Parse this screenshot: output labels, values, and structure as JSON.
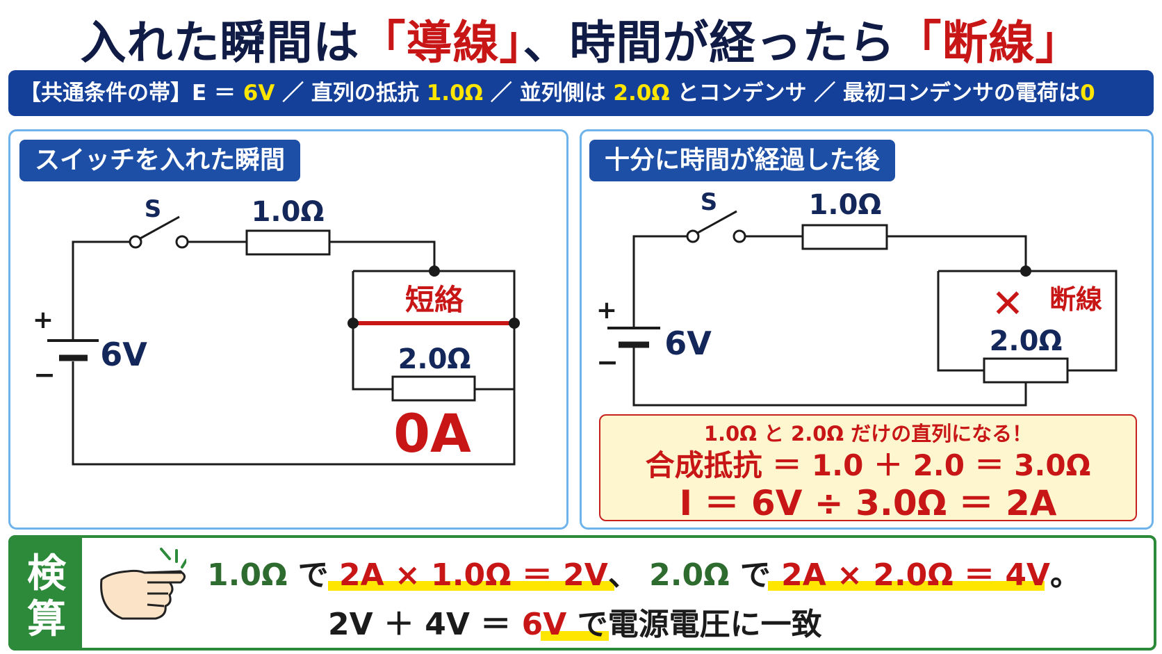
{
  "title": {
    "part1": "入れた瞬間は",
    "part2": "「導線」",
    "part3": "、時間が経ったら",
    "part4": "「断線」"
  },
  "band": {
    "prefix": "【共通条件の帯】E ＝ ",
    "e_value": "6V",
    "sep1": " ／ 直列の抵抗 ",
    "r_series": "1.0Ω",
    "sep2": " ／ 並列側は ",
    "r_parallel": "2.0Ω",
    "sep3": " とコンデンサ ／ 最初コンデンサの電荷は",
    "q0": "0"
  },
  "left_panel": {
    "tag": "スイッチを入れた瞬間",
    "switch_label": "S",
    "r1_label": "1.0Ω",
    "battery_plus": "+",
    "battery_minus": "−",
    "battery_label": "6V",
    "short_label": "短絡",
    "r2_label": "2.0Ω",
    "current_label": "0A"
  },
  "right_panel": {
    "tag": "十分に時間が経過した後",
    "switch_label": "S",
    "r1_label": "1.0Ω",
    "battery_plus": "+",
    "battery_minus": "−",
    "battery_label": "6V",
    "open_mark": "✕",
    "open_label": "断線",
    "r2_label": "2.0Ω",
    "result": {
      "line1": "1.0Ω と 2.0Ω だけの直列になる！",
      "line2": "合成抵抗 ＝ 1.0 ＋ 2.0 ＝ 3.0Ω",
      "line3": "I ＝ 6V ÷ 3.0Ω ＝ 2A"
    }
  },
  "verify": {
    "char1": "検",
    "char2": "算",
    "line1": {
      "a": "1.0Ω",
      "b": " で ",
      "c": "2A × 1.0Ω ＝ 2V",
      "d": "、 ",
      "e": "2.0Ω",
      "f": " で ",
      "g": "2A × 2.0Ω ＝ 4V",
      "h": "。"
    },
    "line2": {
      "a": "2V ＋ 4V ＝ ",
      "b": "6V",
      "c": " で電源電圧に一致"
    }
  },
  "colors": {
    "navy": "#14275a",
    "band": "#14409a",
    "accent_red": "#c81616",
    "accent_yellow": "#ffe600",
    "panel_border": "#6fb3ec",
    "verify_green": "#2c8a3a"
  }
}
